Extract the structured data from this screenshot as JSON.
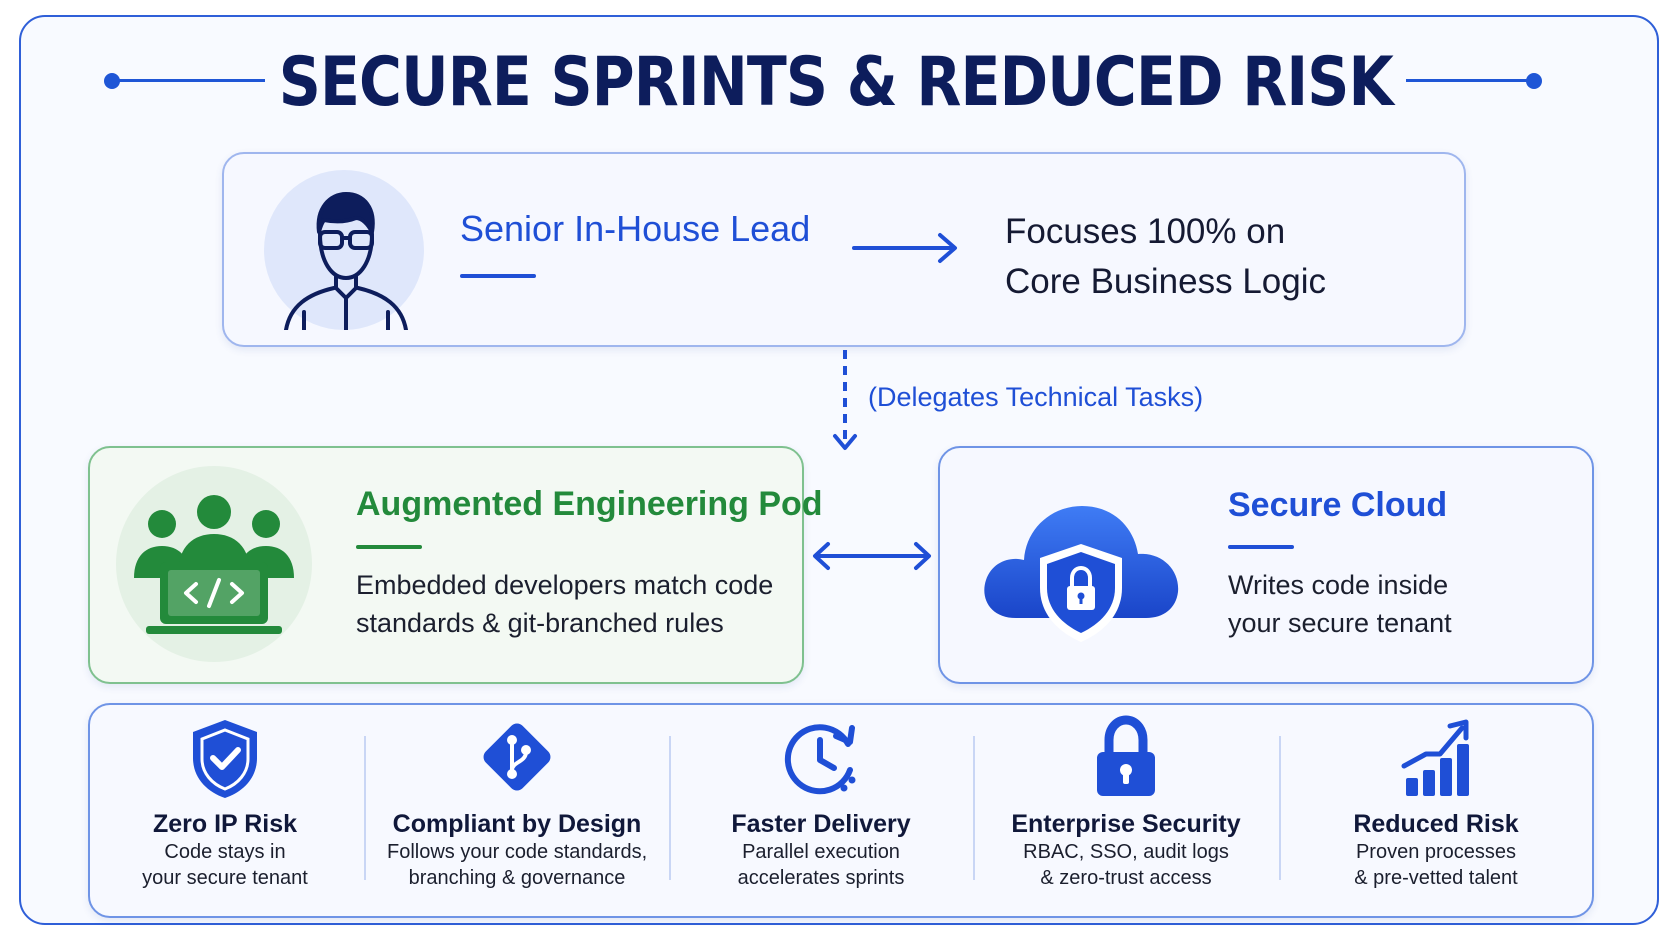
{
  "title": "SECURE SPRINTS & REDUCED RISK",
  "colors": {
    "primary": "#1f4fd6",
    "green": "#238a3b",
    "navy": "#0d1d5c"
  },
  "lead": {
    "icon": "person-glasses-icon",
    "title": "Senior In-House Lead",
    "desc_line1": "Focuses 100% on",
    "desc_line2": "Core Business Logic"
  },
  "delegate_label": "(Delegates Technical Tasks)",
  "pod": {
    "icon": "team-laptop-code-icon",
    "title": "Augmented Engineering Pod",
    "desc_line1": "Embedded developers match code",
    "desc_line2": "standards & git-branched rules"
  },
  "cloud": {
    "icon": "cloud-shield-lock-icon",
    "title": "Secure Cloud",
    "desc_line1": "Writes code inside",
    "desc_line2": "your secure tenant"
  },
  "features": [
    {
      "icon": "shield-check-icon",
      "title": "Zero IP Risk",
      "line1": "Code stays in",
      "line2": "your secure tenant"
    },
    {
      "icon": "git-branch-icon",
      "title": "Compliant by Design",
      "line1": "Follows your code standards,",
      "line2": "branching & governance"
    },
    {
      "icon": "clock-refresh-icon",
      "title": "Faster Delivery",
      "line1": "Parallel execution",
      "line2": "accelerates sprints"
    },
    {
      "icon": "padlock-icon",
      "title": "Enterprise Security",
      "line1": "RBAC, SSO, audit logs",
      "line2": "& zero-trust access"
    },
    {
      "icon": "bar-chart-up-icon",
      "title": "Reduced Risk",
      "line1": "Proven processes",
      "line2": "& pre-vetted talent"
    }
  ]
}
